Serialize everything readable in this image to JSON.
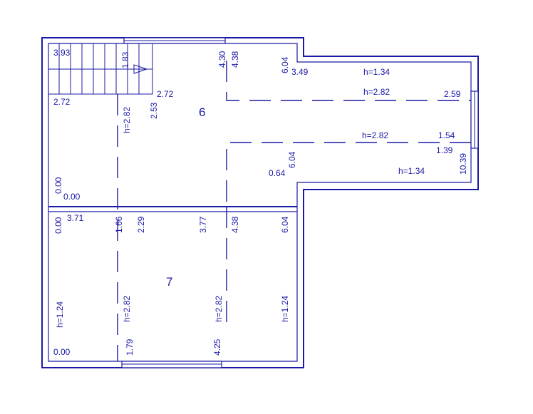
{
  "colors": {
    "line": "#1a1aa6",
    "background": "#ffffff"
  },
  "rooms": {
    "upper": "6",
    "lower": "7"
  },
  "labels": {
    "stair_top_left": "3.93",
    "stair_top_mid": "1.83",
    "stair_bottom_left": "2.72",
    "stair_right": "2.72",
    "v_2_53": "2.53",
    "h_2_82_upper_left": "h=2.82",
    "v_4_30": "4.30",
    "v_4_38_top": "4.38",
    "v_6_04_top": "6.04",
    "t_3_49": "3.49",
    "h_1_34_top": "h=1.34",
    "h_2_82_corr_top": "h=2.82",
    "t_2_59": "2.59",
    "h_2_82_corr_bottom": "h=2.82",
    "t_1_54": "1.54",
    "t_1_39": "1.39",
    "v_10_39": "10.39",
    "h_1_34_bottom": "h=1.34",
    "v_6_04_mid": "6.04",
    "t_0_64": "0.64",
    "v_0_00_upper": "0.00",
    "t_0_00_upper": "0.00",
    "v_0_00_lower": "0.00",
    "t_3_71": "3.71",
    "v_1_66": "1.66",
    "v_2_29": "2.29",
    "v_3_77": "3.77",
    "v_4_38_lower": "4.38",
    "v_6_04_lower": "6.04",
    "h_1_24_left": "h=1.24",
    "h_2_82_lower_left": "h=2.82",
    "h_2_82_lower_mid": "h=2.82",
    "h_1_24_right": "h=1.24",
    "t_0_00_bottom": "0.00",
    "v_1_79": "1.79",
    "v_4_25": "4.25"
  }
}
